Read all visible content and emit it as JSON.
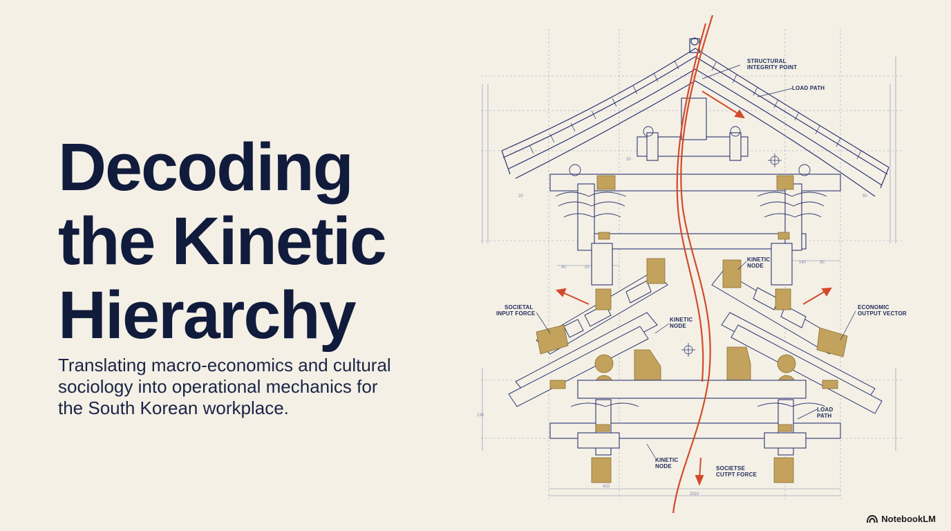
{
  "slide": {
    "title_lines": [
      "Decoding",
      "the Kinetic",
      "Hierarchy"
    ],
    "subtitle_lines": [
      "Translating macro-economics and cultural",
      "sociology into operational mechanics for",
      "the South Korean workplace."
    ]
  },
  "diagram": {
    "labels": {
      "structural_1": "STRUCTURAL",
      "structural_2": "INTEGRITY POINT",
      "load_path_top": "LOAD PATH",
      "kinetic_node_right_1": "KINETIC",
      "kinetic_node_right_2": "NODE",
      "societal_1": "SOCIETAL",
      "societal_2": "INPUT FORCE",
      "kinetic_node_mid_1": "KINETIC",
      "kinetic_node_mid_2": "NODE",
      "economic_1": "ECONOMIC",
      "economic_2": "OUTPUT VECTOR",
      "load_path_low_1": "LOAD",
      "load_path_low_2": "PATH",
      "kinetic_node_bottom_1": "KINETIC",
      "kinetic_node_bottom_2": "NODE",
      "output_1": "SOCIETSE",
      "output_2": "CUTPT FORCE"
    },
    "dims": {
      "d1": "410",
      "d2": "2010",
      "d3": "40",
      "d4": "20",
      "d5": "140",
      "d6": "30",
      "d7": "50",
      "d8": "20",
      "d9": "130",
      "d10": "20"
    },
    "colors": {
      "ink": "#2a3570",
      "accent": "#d24a2a",
      "gold": "#c2a25c"
    }
  },
  "brand": {
    "name": "NotebookLM",
    "icon": "notebooklm-logo-icon"
  }
}
